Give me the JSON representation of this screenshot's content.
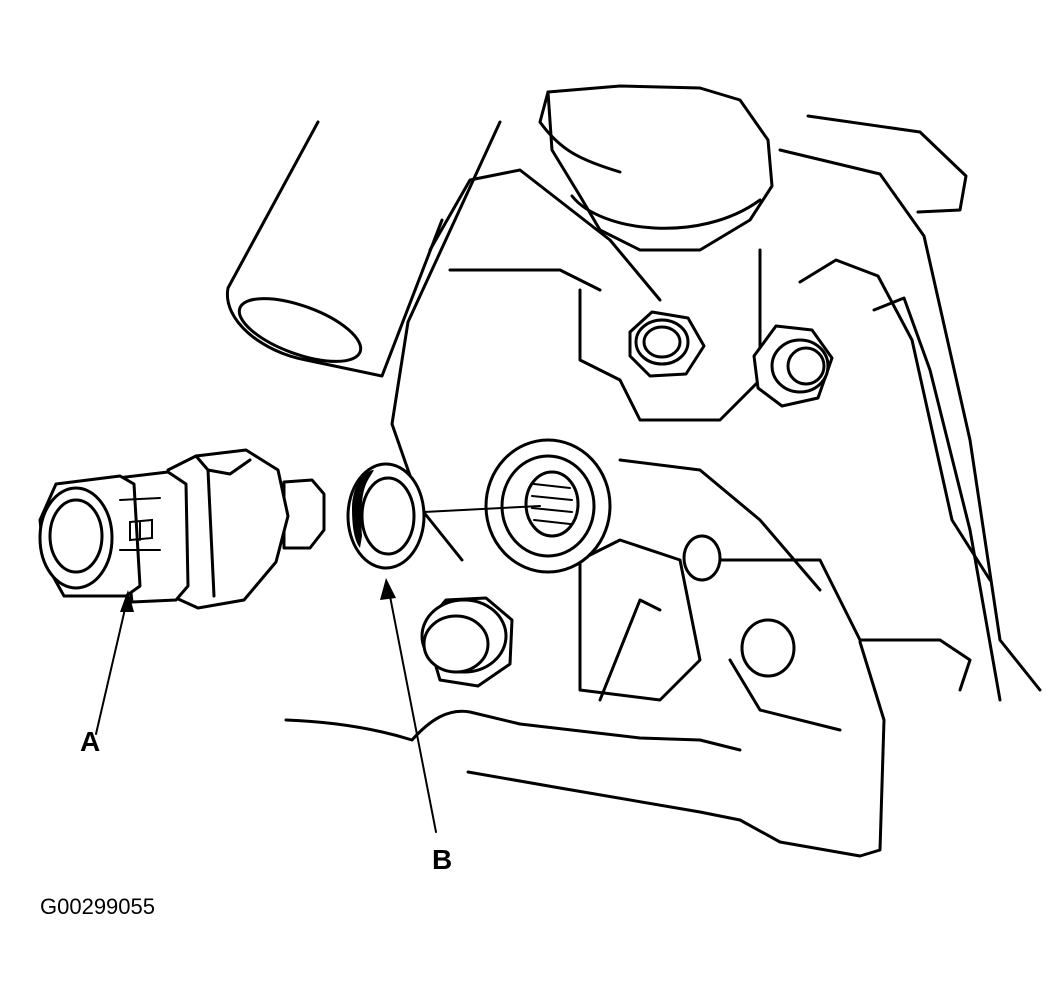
{
  "callouts": {
    "a": {
      "letter": "A",
      "part": "sensor"
    },
    "b": {
      "letter": "B",
      "part": "sealing-washer"
    }
  },
  "figure_id": "G00299055",
  "colors": {
    "line": "#000000",
    "background": "#ffffff"
  }
}
